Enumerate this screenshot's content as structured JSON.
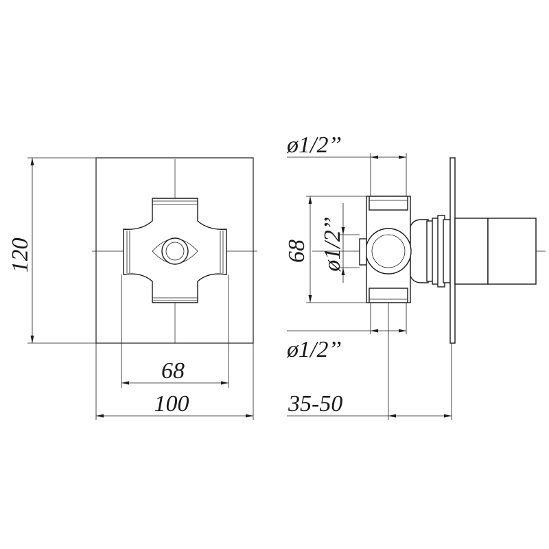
{
  "front_view": {
    "dim_height": "120",
    "dim_inner_width": "68",
    "dim_outer_width": "100"
  },
  "side_view": {
    "dim_top_pipe": "ø1/2’’",
    "dim_bottom_pipe": "ø1/2’’",
    "dim_side_pipe": "ø1/2’’",
    "dim_height": "68",
    "dim_depth": "35-50"
  }
}
